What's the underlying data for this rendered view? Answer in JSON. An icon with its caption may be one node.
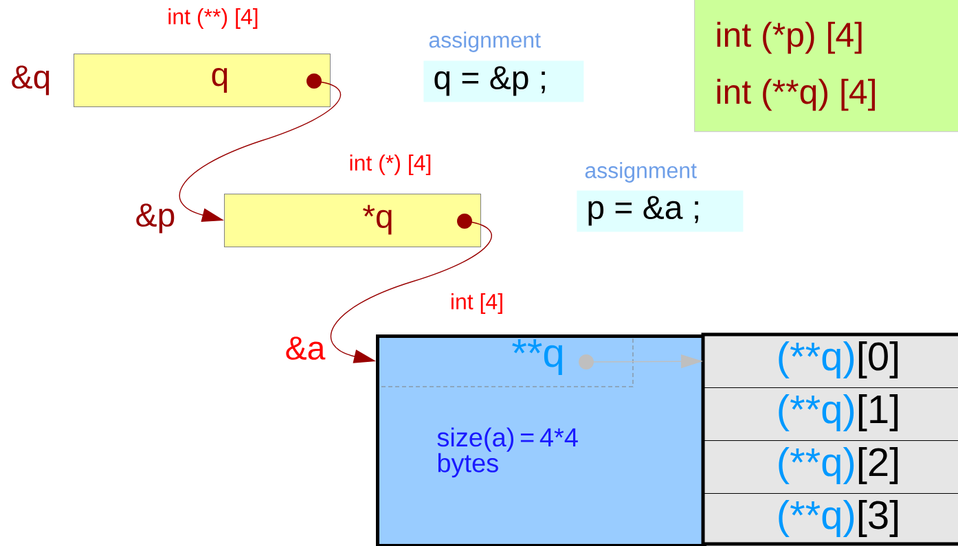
{
  "diagram": {
    "nodes": [
      {
        "text": [
          "q"
        ],
        "beside": [
          "int (**) [4]",
          "&q"
        ]
      },
      {
        "text": [
          "*q"
        ],
        "beside": [
          "int (*) [4]",
          "&p"
        ]
      },
      {
        "text": [
          "**q",
          "size(a) = 4*4 bytes"
        ],
        "beside": [
          "int [4]",
          "&a"
        ]
      },
      {
        "text": [
          "(**q)",
          "[0]"
        ]
      },
      {
        "text": [
          "(**q)",
          "[1]"
        ]
      },
      {
        "text": [
          "(**q)",
          "[2]"
        ]
      },
      {
        "text": [
          "(**q)",
          "[3]"
        ]
      },
      {
        "text": [
          "int (*p) [4]",
          "int (**q) [4]"
        ]
      },
      {
        "text": [
          "q = &p ;"
        ],
        "beside": [
          "assignment"
        ]
      },
      {
        "text": [
          "p = &a ;"
        ],
        "beside": [
          "assignment"
        ]
      }
    ],
    "edges": [
      {
        "from": 0,
        "to": 1,
        "arrow": "to"
      },
      {
        "from": 1,
        "to": 2,
        "arrow": "to"
      },
      {
        "from": 2,
        "to": 3,
        "arrow": "to",
        "color": "#bfbfbf"
      }
    ]
  }
}
